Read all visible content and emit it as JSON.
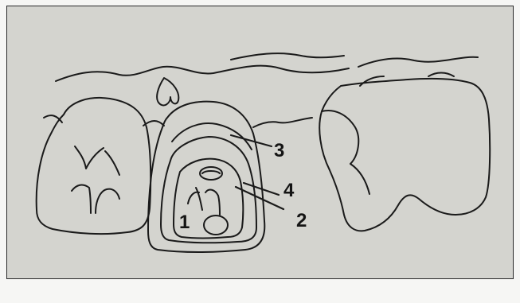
{
  "figure": {
    "labels": {
      "one": "1",
      "two": "2",
      "three": "3",
      "four": "4"
    }
  },
  "colors": {
    "panel_background": "#d4d4cf",
    "page_background": "#f6f6f4",
    "ink": "#1a1a1a"
  }
}
